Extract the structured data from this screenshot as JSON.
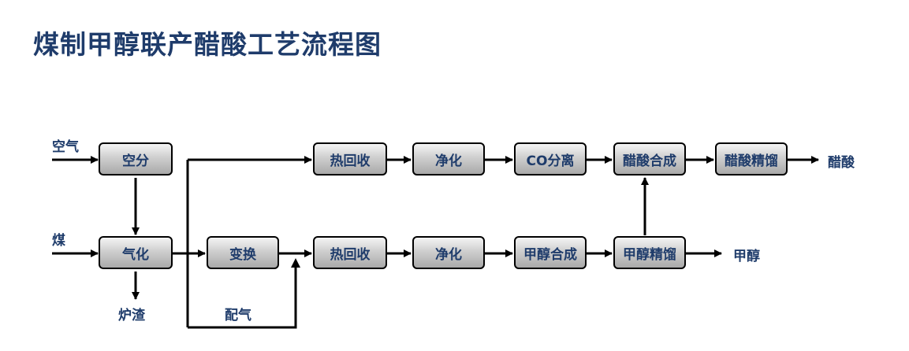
{
  "title": "煤制甲醇联产醋酸工艺流程图",
  "inputs": {
    "air": "空气",
    "coal": "煤"
  },
  "outputs": {
    "acetic_acid": "醋酸",
    "methanol": "甲醇",
    "slag": "炉渣"
  },
  "side_label": "配气",
  "top_row": [
    "热回收",
    "净化",
    "CO分离",
    "醋酸合成",
    "醋酸精馏"
  ],
  "left_col": [
    "空分",
    "气化"
  ],
  "bottom_row": [
    "变换",
    "热回收",
    "净化",
    "甲醇合成",
    "甲醇精馏"
  ],
  "colors": {
    "text": "#1f3c6b",
    "line": "#000000"
  }
}
